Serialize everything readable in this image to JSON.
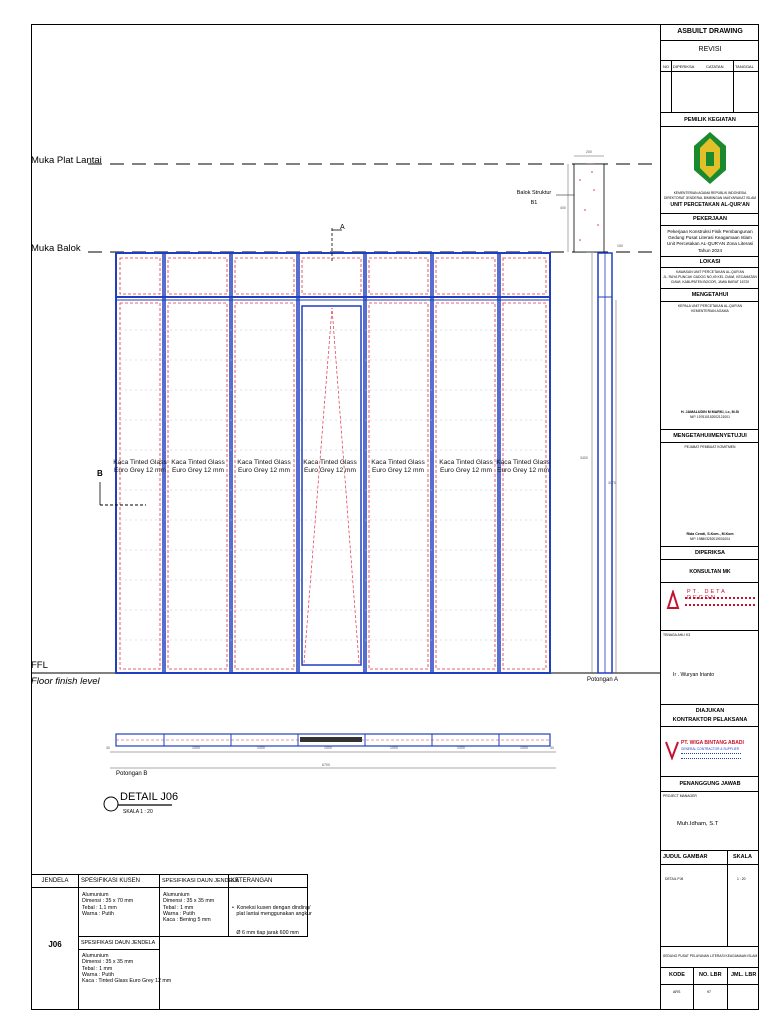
{
  "drawing": {
    "muka_plat_lantai": "Muka Plat Lantai",
    "muka_balok": "Muka Balok",
    "ffl": "FFL",
    "floor_finish_level": "Floor finish level",
    "glass_label_line1": "Kaca Tinted Glass",
    "glass_label_line2": "Euro Grey 12 mm",
    "section_a_marker": "A",
    "section_b_marker": "B",
    "balok_struktur_line1": "Balok Struktur",
    "balok_struktur_line2": "B1",
    "potongan_a": "Potongan A",
    "potongan_b": "Potongan B",
    "detail_title": "DETAIL J06",
    "detail_scale": "SKALA 1 : 20",
    "dim_top": "200",
    "dim_side": "400",
    "dim_height_1": "3400",
    "dim_height_2": "3070",
    "dim_small": "150",
    "dim_total": "6700",
    "dim_plan_segments": [
      "30",
      "1000",
      "1000",
      "1000",
      "1000",
      "1000",
      "1000",
      "30"
    ]
  },
  "spec": {
    "header_jendela": "JENDELA",
    "header_kusen": "SPESIFIKASI KUSEN",
    "header_daun": "SPESIFIKASI DAUN JENDELA",
    "header_keterangan": "KETERANGAN",
    "header_daun_2": "SPESIFIKASI DAUN JENDELA",
    "code": "J06",
    "kusen_lines": [
      "Alumunium",
      "Dimensi      : 35 x 70 mm",
      "Tebal          : 1.1 mm",
      "Warna         : Putih"
    ],
    "daun_lines": [
      "Alumunium",
      "Dimensi   : 35 x 35 mm",
      "Tebal       : 1 mm",
      "Warna      : Putih",
      "Kaca         : Bening 5 mm"
    ],
    "keterangan_lines": [
      "•  Koneksi kusen dengan dinding/",
      "   plat lantai menggunakan angkur",
      "   Ø 6 mm tiap jarak 600 mm"
    ],
    "daun2_lines": [
      "Alumunium",
      "Dimensi      : 35 x 35 mm",
      "Tebal          : 1 mm",
      "Warna         : Putih",
      "Kaca           : Tinted Glass Euro Grey 12 mm"
    ]
  },
  "title_block": {
    "asbuilt": "ASBUILT DRAWING",
    "revisi": "REVISI",
    "rev_headers": [
      "NO",
      "DIPERIKSA",
      "CATATAN",
      "TANGGAL"
    ],
    "pemilik_kegiatan": "PEMILIK KEGIATAN",
    "owner_lines": [
      "KEMENTERIAN AGAMA REPUBLIK INDONESIA",
      "DIREKTORAT JENDERAL BIMBINGAN MASYARAKAT ISLAM"
    ],
    "owner_unit": "UNIT PERCETAKAN AL-QUR'AN",
    "pekerjaan": "PEKERJAAN",
    "pekerjaan_lines": [
      "Pekerjaan Konstruksi Fisik Pembangunan",
      "Gedung Pusat Literasi Keagamaan Islam",
      "Unit Percetakan AL-QUR'AN Zona Literasi",
      "Tahun 2024"
    ],
    "lokasi": "LOKASI",
    "lokasi_lines": [
      "KAWASAN UNIT PERCETAKAN AL-QUR'AN",
      "JL. RAYA PUNCAK GADOG NO.49 KEL CIAWI, KECAMATAN",
      "CIAWI, KABUPATEN BOGOR, JAWA BARAT 16720"
    ],
    "mengetahui": "MENGETAHUI",
    "mengetahui_lines": [
      "KEPALA UNIT PERCETAKAN AL-QUR'AN",
      "KEMENTERIAN AGAMA"
    ],
    "mengetahui_name": "H. JAMALUDIN M MARKI, Lc, M.Si",
    "mengetahui_nip": "NIP. 197610152002121001",
    "menyetujui": "MENGETAHUI/MENYETUJUI",
    "menyetujui_role": "PEJABAT PEMBUAT KOMITMEN",
    "menyetujui_name": "Rida Cendi, S.Kom., M.Kom",
    "menyetujui_nip": "NIP. 198803252019031004",
    "diperiksa": "DIPERIKSA",
    "konsultan": "KONSULTAN MK",
    "konsultan_company": "PT. DETA DECON",
    "tenaga_ahli_label": "TENAGA AHLI K3",
    "tenaga_ahli_name": "Ir . Wuryan Irianto",
    "diajukan": "DIAJUKAN",
    "kontraktor": "KONTRAKTOR PELAKSANA",
    "kontraktor_company": "PT. WIGA BINTANG ABADI",
    "kontraktor_sub": "GENERAL CONTRACTOR & SUPPLIER",
    "penanggung": "PENANGGUNG JAWAB",
    "project_manager_label": "PROJECT MANAGER",
    "project_manager_name": "Muh.Idham, S.T",
    "judul_gambar": "JUDUL GAMBAR",
    "skala": "SKALA",
    "judul_value": "DETAIL PJ6",
    "skala_value": "1 : 20",
    "gedung_text": "GEDUNG PUSAT PELAYANAN LITERASI KEAGAMAAN ISLAM",
    "kode": "KODE",
    "no_lbr": "NO. LBR",
    "jml_lbr": "JML. LBR",
    "kode_value": "ARS",
    "no_lbr_value": "97"
  }
}
